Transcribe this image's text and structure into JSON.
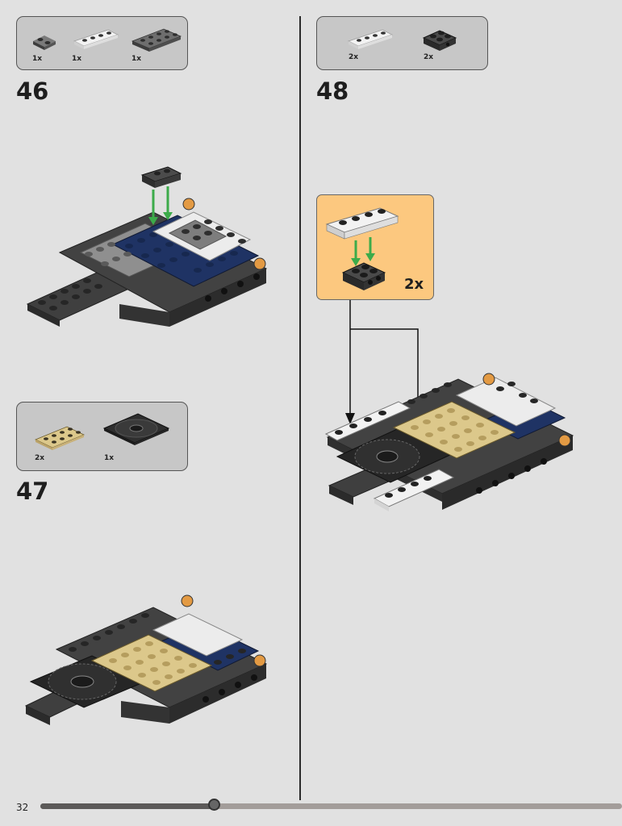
{
  "page": {
    "number": "32"
  },
  "progress": {
    "fraction": 0.299
  },
  "steps": [
    {
      "number": "46",
      "parts": [
        {
          "qty": "1x",
          "name": "dark-gray-plate-1x2"
        },
        {
          "qty": "1x",
          "name": "white-plate-1x4"
        },
        {
          "qty": "1x",
          "name": "dark-gray-plate-2x4"
        }
      ]
    },
    {
      "number": "47",
      "parts": [
        {
          "qty": "2x",
          "name": "tan-plate-2x4"
        },
        {
          "qty": "1x",
          "name": "black-round-tile-4x4"
        }
      ]
    },
    {
      "number": "48",
      "parts": [
        {
          "qty": "2x",
          "name": "white-plate-1x4"
        },
        {
          "qty": "2x",
          "name": "black-brick-2x2-with-studs-on-side"
        }
      ],
      "callout": {
        "qty": "2x"
      }
    }
  ],
  "colors": {
    "page_bg": "#e1e1e1",
    "parts_box": "#c7c7c7",
    "callout_bg": "#fcc87f",
    "arrow_green": "#3cab4a"
  }
}
